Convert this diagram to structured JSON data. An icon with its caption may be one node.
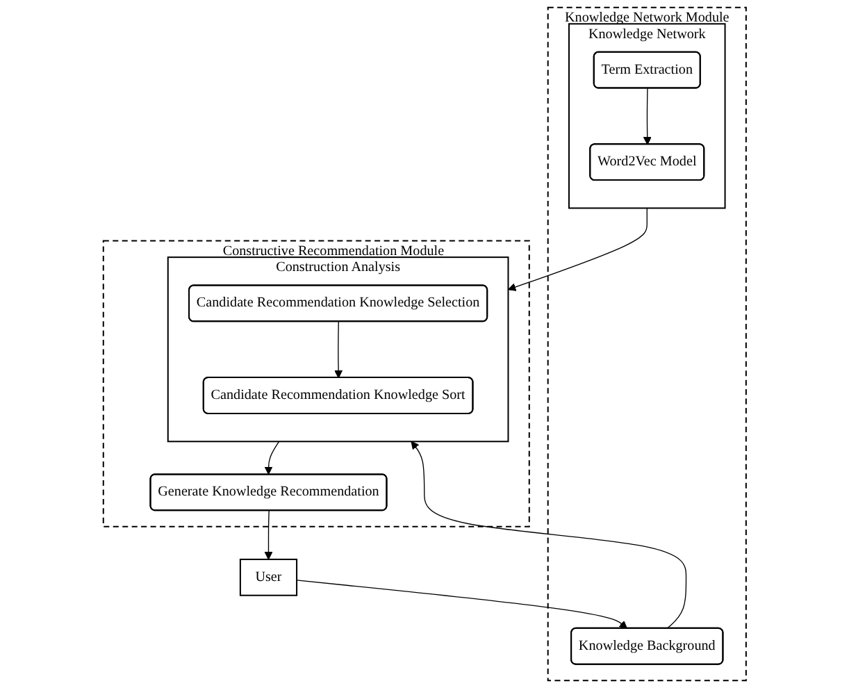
{
  "diagram": {
    "nodes": [
      {
        "text": [
          "User"
        ]
      },
      {
        "text": [
          "Knowledge Network Module"
        ]
      },
      {
        "text": [
          "Knowledge Background"
        ],
        "in": 1
      },
      {
        "text": [
          "Knowledge Network"
        ],
        "in": 1
      },
      {
        "text": [
          "Term Extraction"
        ],
        "in": 3
      },
      {
        "text": [
          "Word2Vec Model"
        ],
        "in": 3
      },
      {
        "text": [
          "Constructive Recommendation Module"
        ]
      },
      {
        "text": [
          "Construction Analysis"
        ],
        "in": 6
      },
      {
        "text": [
          "Candidate Recommendation Knowledge Selection"
        ],
        "in": 7
      },
      {
        "text": [
          "Candidate Recommendation Knowledge Sort"
        ],
        "in": 7
      },
      {
        "text": [
          "Generate Knowledge Recommendation"
        ],
        "in": 6
      }
    ],
    "edges": [
      {
        "from": 0,
        "to": 2,
        "arrow": "to"
      },
      {
        "from": 2,
        "to": 7,
        "arrow": "to"
      },
      {
        "from": 3,
        "to": 7,
        "arrow": "to"
      },
      {
        "from": 4,
        "to": 5,
        "arrow": "to"
      },
      {
        "from": 8,
        "to": 9,
        "arrow": "to"
      },
      {
        "from": 7,
        "to": 10,
        "arrow": "to"
      },
      {
        "from": 10,
        "to": 0,
        "arrow": "to"
      }
    ]
  }
}
